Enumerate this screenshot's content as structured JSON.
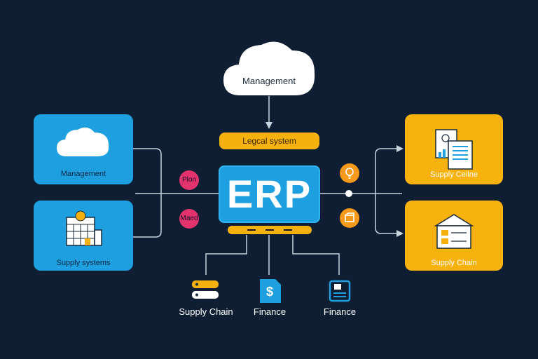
{
  "nodes": {
    "cloud_top": {
      "label": "Management"
    },
    "legacy_pill": {
      "label": "Legcal system"
    },
    "erp": {
      "label": "ERP"
    },
    "left_top": {
      "label": "Management"
    },
    "left_bottom": {
      "label": "Supply systems"
    },
    "right_top": {
      "label": "Supply Ceilne"
    },
    "right_bottom": {
      "label": "Supply Chain"
    },
    "bottom_left": {
      "label": "Supply Chain"
    },
    "bottom_center": {
      "label": "Finance"
    },
    "bottom_right": {
      "label": "Finance"
    }
  },
  "badges": {
    "pink_top": "Plon",
    "pink_bottom": "Maed"
  },
  "colors": {
    "background": "#0f1e33",
    "blue": "#1ea0e0",
    "yellow": "#f7b20e",
    "pink": "#e2336f",
    "orange": "#f59a1a",
    "line": "#c9d4de"
  },
  "icons": {
    "cloud_top": "cloud-icon",
    "left_top": "cloud-icon",
    "left_bottom": "calendar-icon",
    "right_top": "documents-icon",
    "right_bottom": "warehouse-icon",
    "bottom_left": "server-icon",
    "bottom_center": "dollar-document-icon",
    "bottom_right": "cash-register-icon",
    "bulb": "lightbulb-icon",
    "box": "box-icon"
  }
}
